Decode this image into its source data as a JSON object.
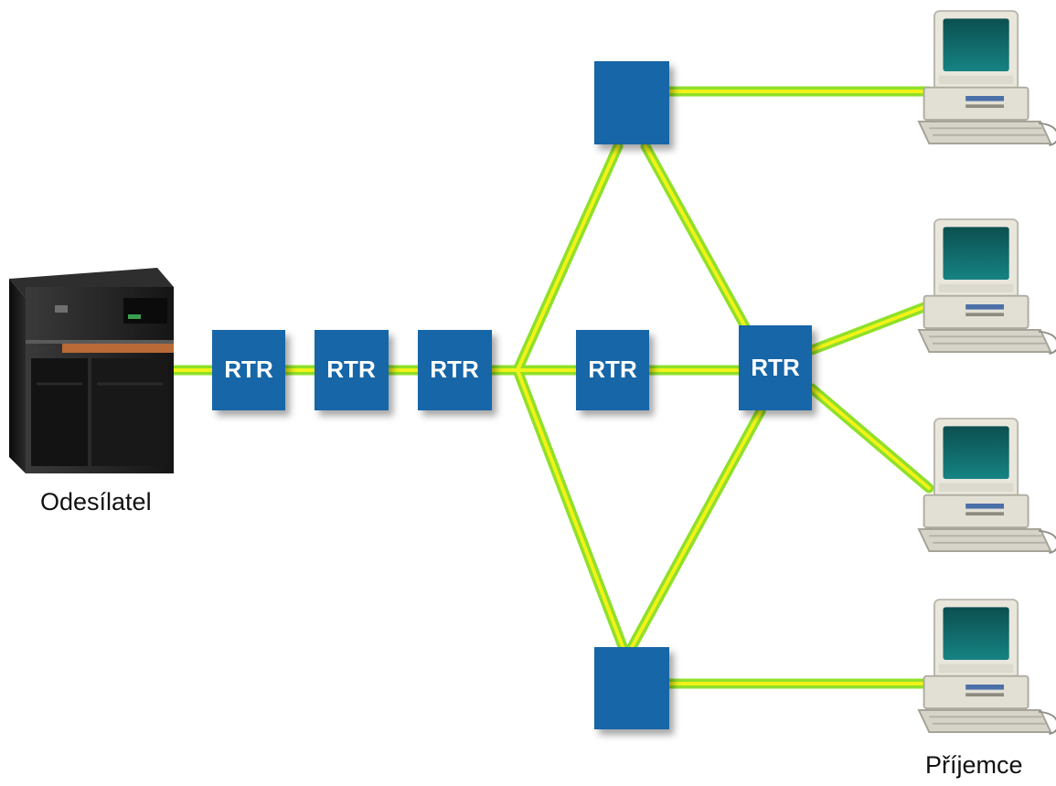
{
  "labels": {
    "sender": "Odesílatel",
    "receiver": "Příjemce"
  },
  "routers": [
    {
      "id": "r1",
      "text": "RTR"
    },
    {
      "id": "r2",
      "text": "RTR"
    },
    {
      "id": "r3",
      "text": "RTR"
    },
    {
      "id": "r4",
      "text": "RTR"
    },
    {
      "id": "r5",
      "text": "RTR"
    }
  ],
  "colors": {
    "node_fill": "#1466a8",
    "link_outer": "#8fe02a",
    "link_inner": "#f2f218",
    "server_body": "#1c1c1c",
    "monitor_screen": "#0e6060"
  }
}
